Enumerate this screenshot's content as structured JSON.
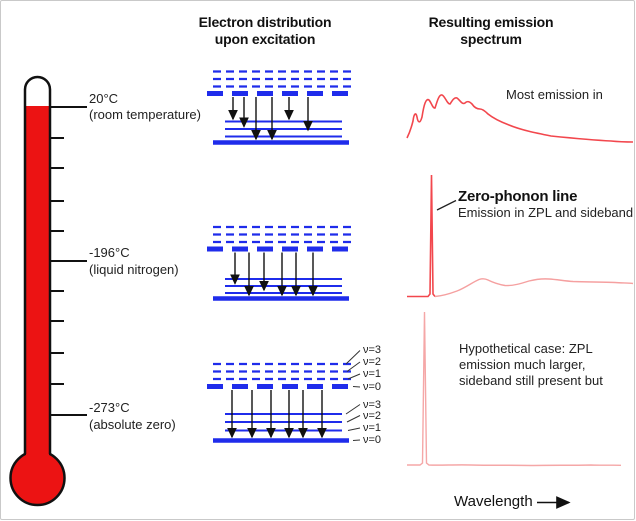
{
  "titles": {
    "middle_l1": "Electron distribution",
    "middle_l2": "upon excitation",
    "right_l1": "Resulting emission",
    "right_l2": "spectrum"
  },
  "thermometer": {
    "labels": [
      {
        "temp": "20°C",
        "desc": "(room temperature)"
      },
      {
        "temp": "-196°C",
        "desc": "(liquid nitrogen)"
      },
      {
        "temp": "-273°C",
        "desc": "(absolute zero)"
      }
    ]
  },
  "levels": {
    "excited": [
      "ν=3",
      "ν=2",
      "ν=1",
      "ν=0"
    ],
    "ground": [
      "ν=3",
      "ν=2",
      "ν=1",
      "ν=0"
    ]
  },
  "spectra": {
    "top_note": "Most emission in",
    "mid_title": "Zero-phonon line",
    "mid_sub": "Emission in ZPL and sideband",
    "bottom_l1": "Hypothetical case: ZPL",
    "bottom_l2": "emission much larger,",
    "bottom_l3": "sideband still present but"
  },
  "axis": {
    "wavelength": "Wavelength"
  },
  "colors": {
    "level_blue": "#1f2ceb",
    "thermometer_red": "#ec1313",
    "spectrum_red": "#f2474d",
    "spectrum_pink": "#f5a7a7",
    "ink": "#111111"
  }
}
